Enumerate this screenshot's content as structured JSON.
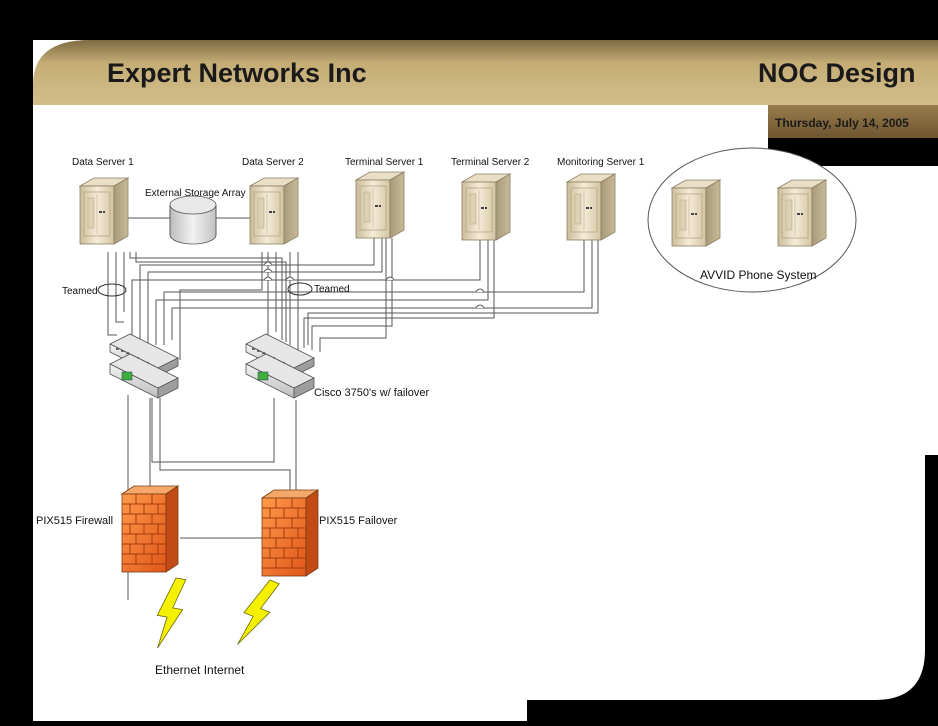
{
  "header": {
    "company": "Expert Networks Inc",
    "title": "NOC Design",
    "date": "Thursday, July 14, 2005"
  },
  "servers": {
    "data_server_1": "Data Server 1",
    "data_server_2": "Data Server 2",
    "terminal_server_1": "Terminal Server 1",
    "terminal_server_2": "Terminal Server 2",
    "monitoring_server_1": "Monitoring Server 1"
  },
  "storage": {
    "label": "External Storage Array"
  },
  "teamed": {
    "left": "Teamed",
    "right": "Teamed"
  },
  "switches": {
    "label": "Cisco 3750's w/ failover"
  },
  "firewalls": {
    "primary": "PIX515 Firewall",
    "failover": "PIX515 Failover"
  },
  "internet": {
    "label": "Ethernet Internet"
  },
  "phone_system": {
    "label": "AVVID Phone System"
  },
  "colors": {
    "header_band": "#c9b27a",
    "date_band": "#8a7045",
    "firewall": "#f0742a",
    "lightning": "#f5f000",
    "server_body": "#e8dcc0"
  },
  "icons": [
    "server-icon",
    "storage-icon",
    "switch-icon",
    "firewall-icon",
    "lightning-icon"
  ]
}
